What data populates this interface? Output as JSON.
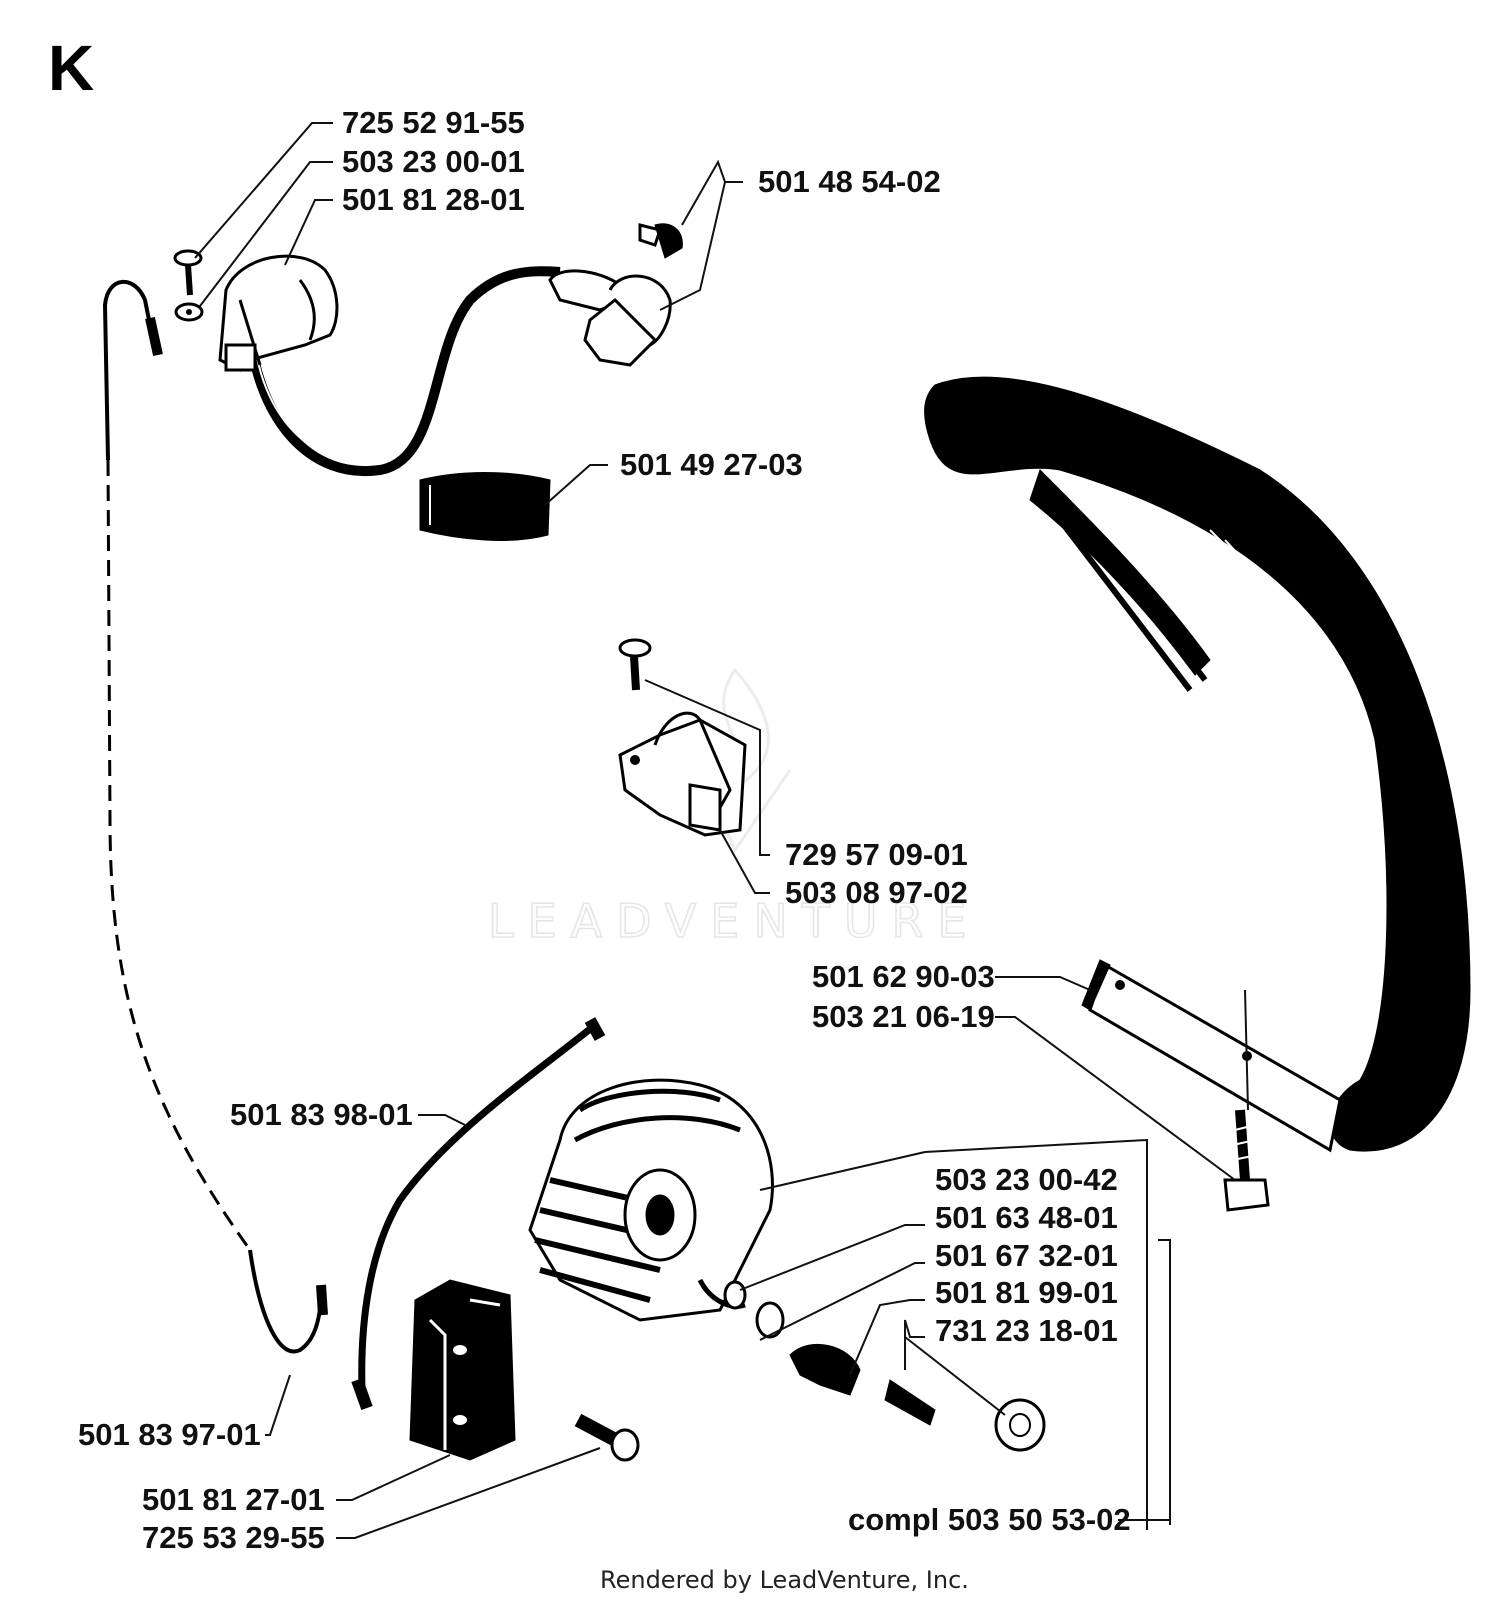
{
  "section_letter": "K",
  "watermark": "LEADVENTURE",
  "credit": "Rendered by LeadVenture, Inc.",
  "labels": {
    "p1": "725 52 91-55",
    "p2": "503 23 00-01",
    "p3": "501 81 28-01",
    "p4": "501 48 54-02",
    "p5": "501 49 27-03",
    "p6": "729 57 09-01",
    "p7": "503 08 97-02",
    "p8": "501 62 90-03",
    "p9": "503 21 06-19",
    "p10": "501 83 98-01",
    "p11": "503 23 00-42",
    "p12": "501 63 48-01",
    "p13": "501 67 32-01",
    "p14": "501 81 99-01",
    "p15": "731 23 18-01",
    "p16": "501 83 97-01",
    "p17": "501 81 27-01",
    "p18": "725 53 29-55",
    "p19": "compl 503 50 53-02"
  }
}
